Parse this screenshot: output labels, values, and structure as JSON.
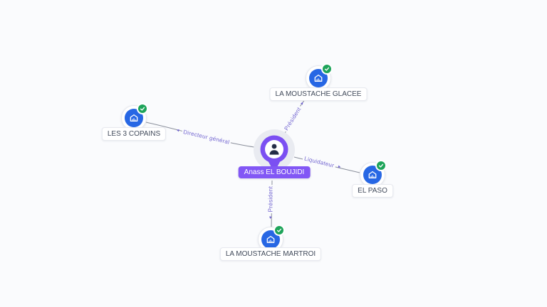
{
  "graph": {
    "person": {
      "name": "Anass EL BOUJIDI"
    },
    "companies": [
      {
        "name": "LA MOUSTACHE GLACEE",
        "verified": true
      },
      {
        "name": "LES 3 COPAINS",
        "verified": true
      },
      {
        "name": "EL PASO",
        "verified": true
      },
      {
        "name": "LA MOUSTACHE MARTROI",
        "verified": true
      }
    ],
    "edges": [
      {
        "role": "Président",
        "from": "Anass EL BOUJIDI",
        "to": "LA MOUSTACHE GLACEE"
      },
      {
        "role": "Directeur général",
        "from": "Anass EL BOUJIDI",
        "to": "LES 3 COPAINS"
      },
      {
        "role": "Liquidateur",
        "from": "Anass EL BOUJIDI",
        "to": "EL PASO"
      },
      {
        "role": "Président",
        "from": "Anass EL BOUJIDI",
        "to": "LA MOUSTACHE MARTROI"
      }
    ]
  },
  "icons": {
    "company": "building-icon",
    "verified": "check-icon",
    "person": "person-icon"
  },
  "colors": {
    "background": "#fafbfd",
    "person_accent": "#7b4ff2",
    "person_label_bg": "#8257f5",
    "company_icon_bg": "#2767e4",
    "verified_green": "#1ea45a",
    "edge_line": "#8a8f9b",
    "edge_label": "#7164d0",
    "node_label_text": "#414a5a"
  }
}
